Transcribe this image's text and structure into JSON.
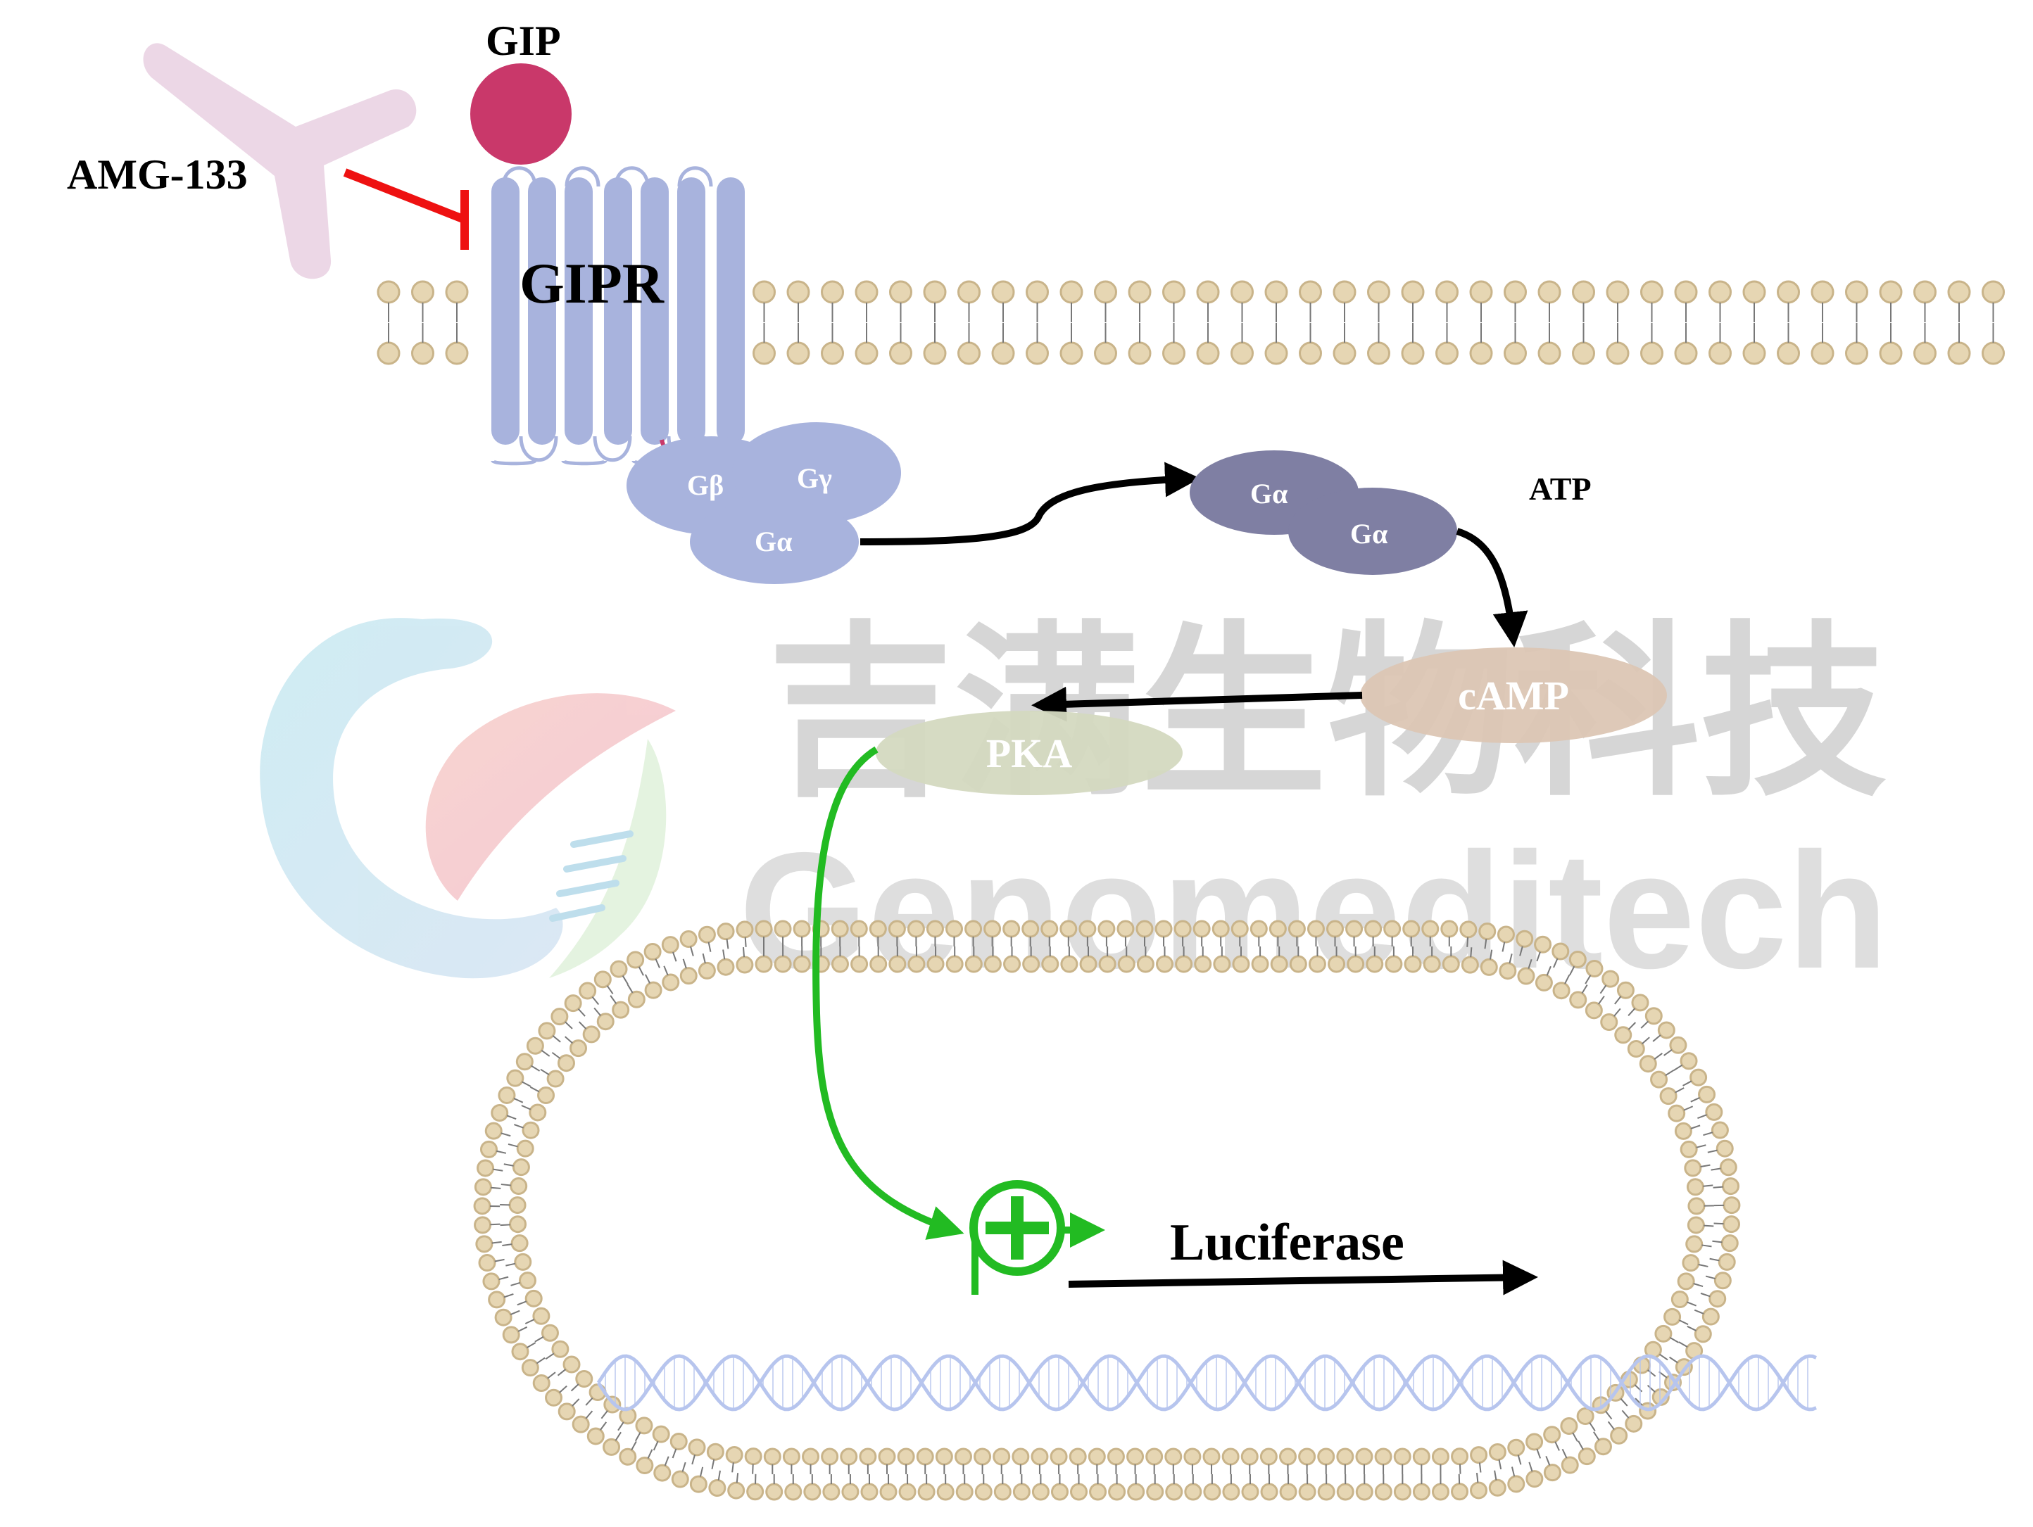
{
  "labels": {
    "gip": "GIP",
    "amg": "AMG-133",
    "gipr": "GIPR",
    "g_beta": "Gβ",
    "g_gamma": "Gγ",
    "g_alpha_complex": "Gα",
    "g_alpha_1": "Gα",
    "g_alpha_2": "Gα",
    "atp": "ATP",
    "camp": "cAMP",
    "pka": "PKA",
    "luciferase": "Luciferase"
  },
  "watermark": {
    "chinese": "吉满生物科技",
    "english": "Genomeditech"
  },
  "colors": {
    "gip": "#c9386a",
    "antibody": "#ead3e3",
    "receptor": "#a8b3dd",
    "g_protein": "#a8b3dd",
    "g_alpha_active": "#7f7fa3",
    "camp": "#dcc6b4",
    "pka": "#d4d9c0",
    "inhibition": "#ee1111",
    "activation": "#22bb22",
    "membrane": "#c9b48a",
    "dna": "#b7c5ee",
    "watermark": "#c8c8c8"
  }
}
